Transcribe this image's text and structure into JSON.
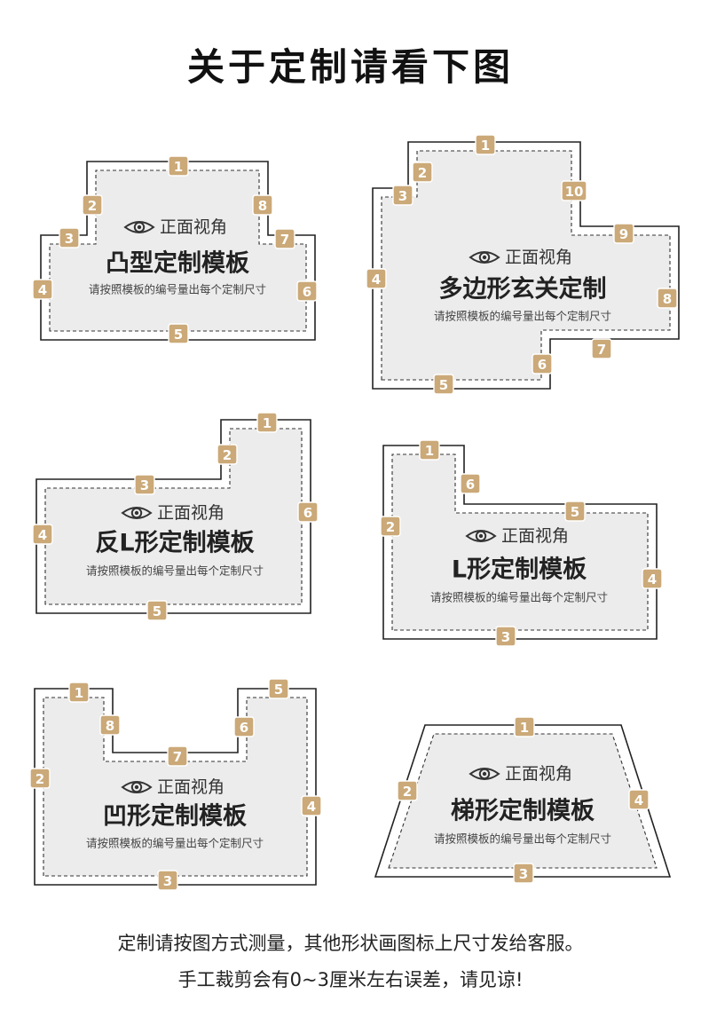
{
  "title": "关于定制请看下图",
  "view_label": "正面视角",
  "instruction": "请按照模板的编号量出每个定制尺寸",
  "footer": {
    "line1": "定制请按图方式测量，其他形状画图标上尺寸发给客服。",
    "line2": "手工裁剪会有0~3厘米左右误差，请见谅!"
  },
  "templates": [
    {
      "name": "凸型定制模板",
      "badges": [
        "1",
        "2",
        "3",
        "4",
        "5",
        "6",
        "7",
        "8"
      ]
    },
    {
      "name": "多边形玄关定制",
      "badges": [
        "1",
        "2",
        "3",
        "4",
        "5",
        "6",
        "7",
        "8",
        "9",
        "10"
      ]
    },
    {
      "name": "反L形定制模板",
      "badges": [
        "1",
        "2",
        "3",
        "4",
        "5",
        "6"
      ]
    },
    {
      "name": "L形定制模板",
      "badges": [
        "1",
        "2",
        "3",
        "4",
        "5",
        "6"
      ]
    },
    {
      "name": "凹形定制模板",
      "badges": [
        "1",
        "2",
        "3",
        "4",
        "5",
        "6",
        "7",
        "8"
      ]
    },
    {
      "name": "梯形定制模板",
      "badges": [
        "1",
        "2",
        "3",
        "4"
      ]
    }
  ],
  "colors": {
    "badge": "#cba978",
    "fill": "#ececec",
    "outline": "#222222"
  },
  "icons": {
    "view": "eye-icon"
  }
}
